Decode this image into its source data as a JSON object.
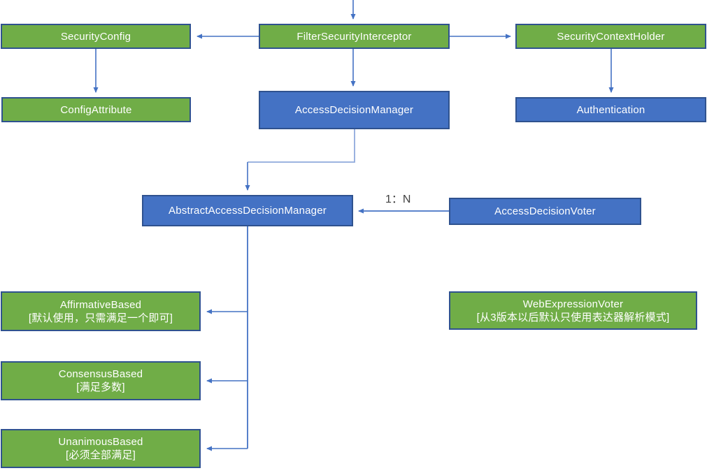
{
  "diagram": {
    "title_hint": "Spring Security access decision class diagram",
    "colors": {
      "node_green": "#70AD47",
      "node_blue": "#4472C4",
      "node_border": "#2F528F",
      "connector": "#4472C4",
      "connector_light": "#8FAADC",
      "edge_label_text": "#404040",
      "node_text": "#ffffff",
      "background": "#ffffff"
    },
    "relation_label": "1：N",
    "nodes": {
      "securityConfig": {
        "label": "SecurityConfig"
      },
      "filterSecurityInterceptor": {
        "label": "FilterSecurityInterceptor"
      },
      "securityContextHolder": {
        "label": "SecurityContextHolder"
      },
      "configAttribute": {
        "label": "ConfigAttribute"
      },
      "accessDecisionManager": {
        "label": "AccessDecisionManager"
      },
      "authentication": {
        "label": "Authentication"
      },
      "abstractAccessDecisionManager": {
        "label": "AbstractAccessDecisionManager"
      },
      "accessDecisionVoter": {
        "label": "AccessDecisionVoter"
      },
      "affirmativeBased": {
        "label": "AffirmativeBased",
        "sublabel": "[默认使用，只需满足一个即可]"
      },
      "consensusBased": {
        "label": "ConsensusBased",
        "sublabel": "[满足多数]"
      },
      "unanimousBased": {
        "label": "UnanimousBased",
        "sublabel": "[必须全部满足]"
      },
      "webExpressionVoter": {
        "label": "WebExpressionVoter",
        "sublabel": "[从3版本以后默认只使用表达器解析模式]"
      }
    },
    "edges": [
      {
        "from": "top",
        "to": "filterSecurityInterceptor"
      },
      {
        "from": "filterSecurityInterceptor",
        "to": "securityConfig"
      },
      {
        "from": "filterSecurityInterceptor",
        "to": "securityContextHolder"
      },
      {
        "from": "securityConfig",
        "to": "configAttribute"
      },
      {
        "from": "filterSecurityInterceptor",
        "to": "accessDecisionManager"
      },
      {
        "from": "securityContextHolder",
        "to": "authentication"
      },
      {
        "from": "accessDecisionManager",
        "to": "abstractAccessDecisionManager"
      },
      {
        "from": "accessDecisionVoter",
        "to": "abstractAccessDecisionManager",
        "label": "1：N"
      },
      {
        "from": "abstractAccessDecisionManager",
        "to": "affirmativeBased"
      },
      {
        "from": "abstractAccessDecisionManager",
        "to": "consensusBased"
      },
      {
        "from": "abstractAccessDecisionManager",
        "to": "unanimousBased"
      }
    ]
  }
}
